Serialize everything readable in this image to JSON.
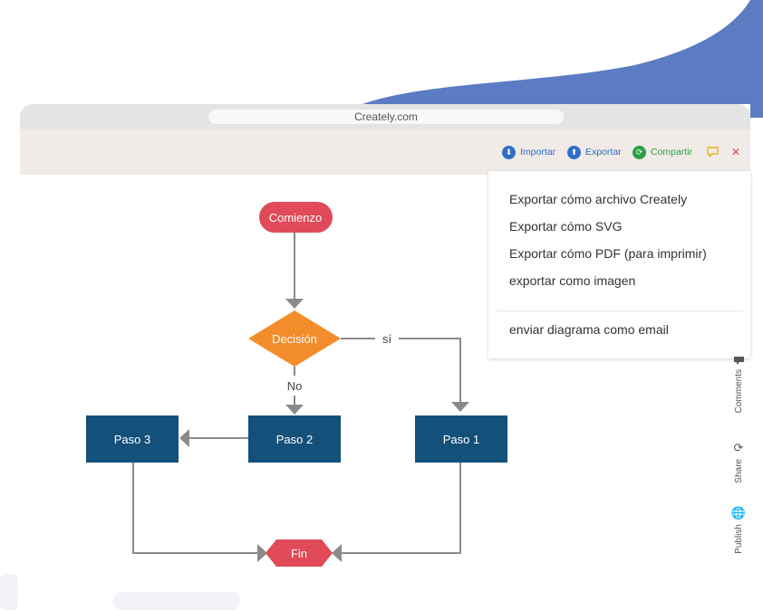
{
  "browser": {
    "url": "Creately.com"
  },
  "toolbar": {
    "import_label": "Importar",
    "export_label": "Exportar",
    "share_label": "Compartir"
  },
  "export_menu": {
    "items": [
      "Exportar cómo archivo Creately",
      "Exportar cómo SVG",
      "Exportar cómo PDF (para imprimir)",
      "exportar como imagen"
    ],
    "email_item": "enviar diagrama como email"
  },
  "flowchart": {
    "start": "Comienzo",
    "decision": "Decisión",
    "yes_label": "sí",
    "no_label": "No",
    "step1": "Paso 1",
    "step2": "Paso 2",
    "step3": "Paso 3",
    "end": "Fin"
  },
  "sidebar": {
    "comments": "Comments",
    "share": "Share",
    "publish": "Publish"
  },
  "colors": {
    "brand_blue": "#5d7fc4",
    "start_end": "#e04a59",
    "decision": "#f38d2b",
    "step": "#13507a",
    "import_blue": "#2f6ec8",
    "share_green": "#2c9f45",
    "close_red": "#e0473c"
  }
}
